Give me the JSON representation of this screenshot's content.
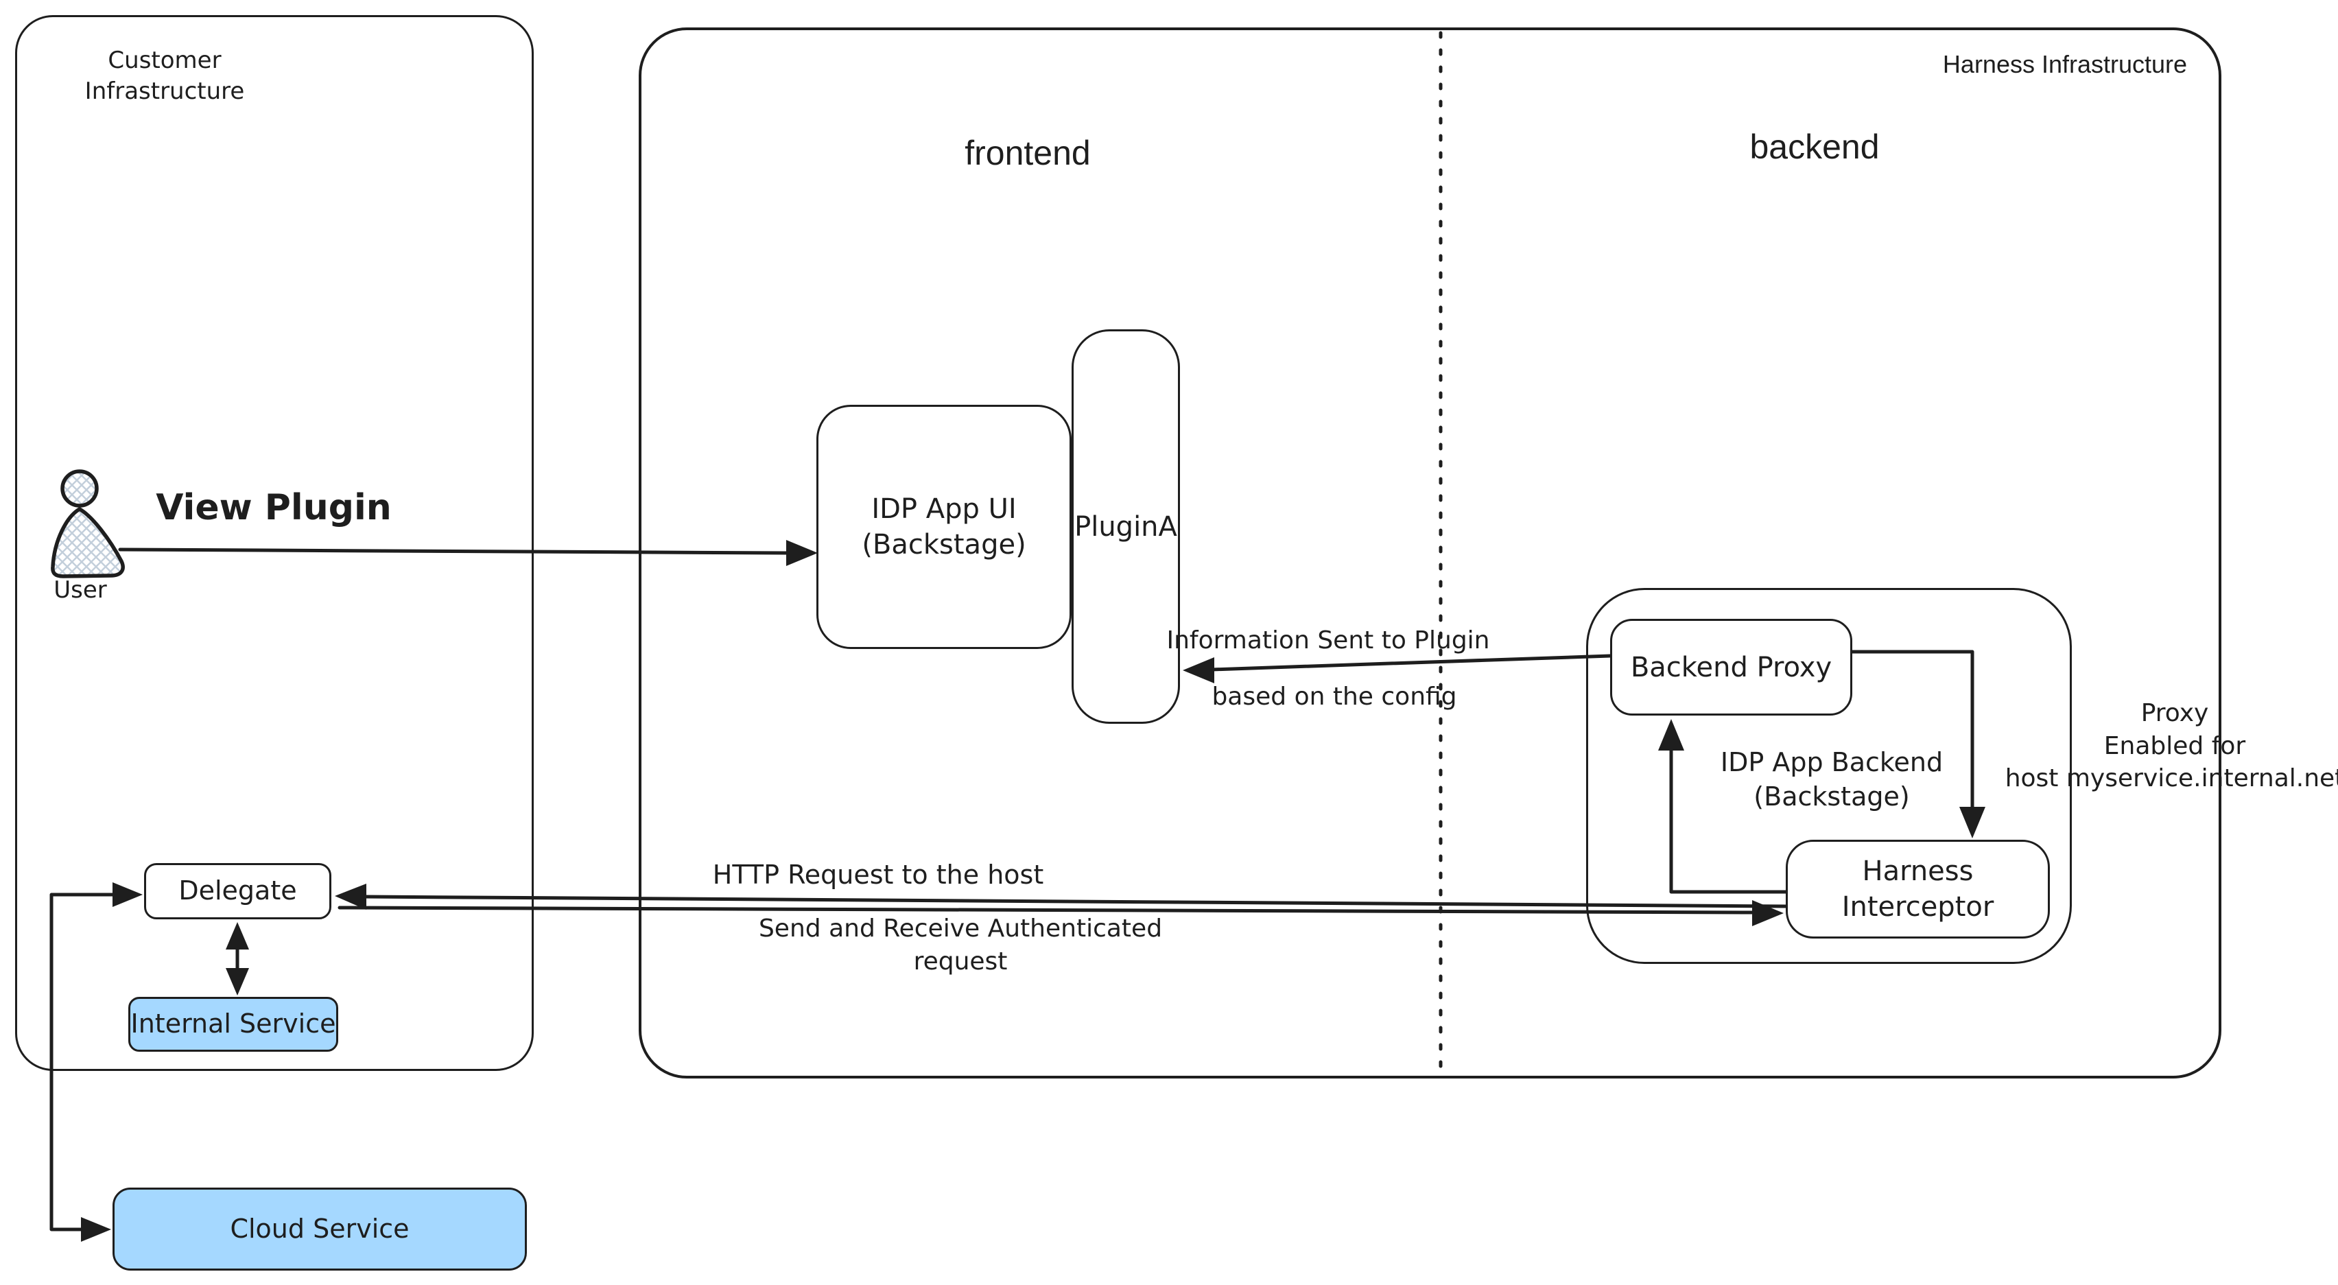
{
  "colors": {
    "line": "#1e1e1e",
    "node_fill": "#ffffff",
    "service_fill": "#a5d8ff",
    "background": "#ffffff"
  },
  "regions": {
    "customer": {
      "title": "Customer Infrastructure"
    },
    "harness": {
      "title": "Harness Infrastructure",
      "zones": {
        "frontend": "frontend",
        "backend": "backend"
      }
    }
  },
  "nodes": {
    "user": {
      "label": "User"
    },
    "idp_app_ui": {
      "line1": "IDP App UI",
      "line2": "(Backstage)"
    },
    "plugin_a": {
      "label": "PluginA"
    },
    "backend_proxy": {
      "label": "Backend Proxy"
    },
    "idp_app_backend": {
      "line1": "IDP App Backend",
      "line2": "(Backstage)"
    },
    "harness_interceptor": {
      "line1": "Harness",
      "line2": "Interceptor"
    },
    "delegate": {
      "label": "Delegate"
    },
    "internal_service": {
      "label": "Internal Service"
    },
    "cloud_service": {
      "label": "Cloud Service"
    }
  },
  "edges": {
    "view_plugin": {
      "label": "View Plugin"
    },
    "info_to_plugin": {
      "line1": "Information Sent to Plugin",
      "line2": "based on the config"
    },
    "http_request": {
      "line1": "HTTP Request to the host",
      "line2": "Send and Receive Authenticated",
      "line3": "request"
    },
    "proxy_enabled": {
      "line1": "Proxy",
      "line2": "Enabled for",
      "line3": "host myservice.internal.net"
    }
  }
}
